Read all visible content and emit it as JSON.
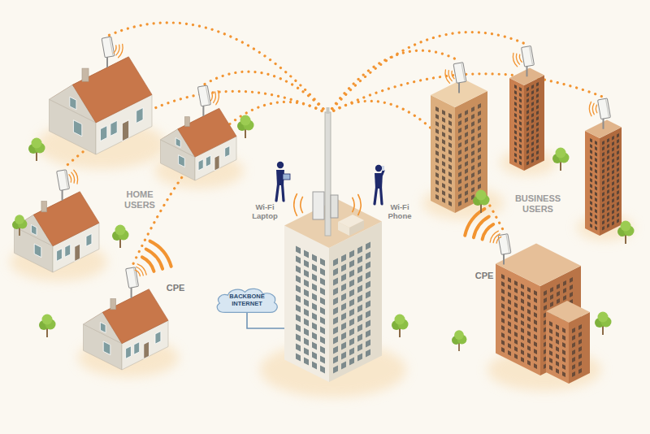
{
  "diagram": {
    "nodes": [
      {
        "text": [
          "BACKBONE INTERNET"
        ]
      }
    ],
    "labels": [
      "HOME USERS",
      "Wi-Fi Laptop",
      "Wi-Fi Phone",
      "BUSINESS USERS",
      "CPE",
      "CPE"
    ]
  }
}
